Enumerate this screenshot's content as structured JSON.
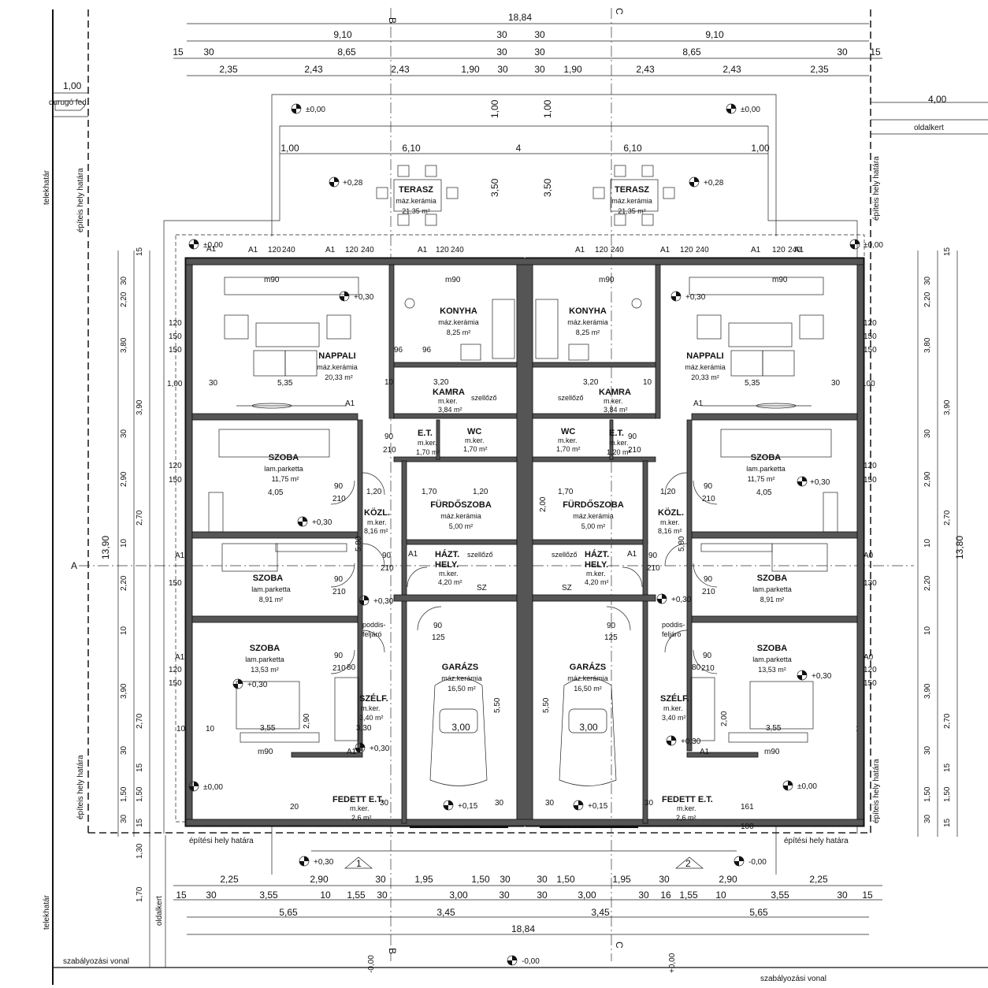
{
  "dims_top": {
    "overall": "18,84",
    "row1": [
      "9,10",
      "30",
      "30",
      "9,10"
    ],
    "row2": [
      "15",
      "30",
      "8,65",
      "30",
      "30",
      "8,65",
      "30",
      "15"
    ],
    "row3": [
      "2,35",
      "2,43",
      "2,43",
      "1,90",
      "30",
      "30",
      "1,90",
      "2,43",
      "2,43",
      "2,35"
    ]
  },
  "dims_bottom": {
    "overall": "18,84",
    "row1": [
      "2,25",
      "2,90",
      "30",
      "1,95",
      "1,50",
      "30",
      "30",
      "1,50",
      "1,95",
      "30",
      "2,90",
      "2,25"
    ],
    "row2": [
      "15",
      "30",
      "3,55",
      "10",
      "1,55",
      "30",
      "3,00",
      "30",
      "30",
      "3,00",
      "30",
      "16",
      "1,55",
      "10",
      "3,55",
      "30",
      "15"
    ],
    "row3": [
      "5,65",
      "3,45",
      "3,45",
      "5,65"
    ]
  },
  "dims_left": {
    "overall": "13,90",
    "chain_a": [
      "30",
      "2,20",
      "3,80",
      "30",
      "2,90",
      "10",
      "2,20",
      "10",
      "3,90",
      "30",
      "1,50",
      "30"
    ],
    "chain_b": [
      "15",
      "3,90",
      "2,70",
      "2,70",
      "15",
      "1,50",
      "15"
    ],
    "room_lines": [
      "120",
      "150",
      "150",
      "1,00",
      "120",
      "150",
      "A1",
      "150",
      "A1",
      "120",
      "150",
      "10"
    ],
    "outer": [
      "1,30",
      "1,70"
    ]
  },
  "dims_right": {
    "overall": "13,80",
    "chain_a": [
      "30",
      "2,20",
      "3,80",
      "30",
      "2,90",
      "10",
      "2,20",
      "10",
      "3,90",
      "30",
      "1,50",
      "30"
    ],
    "chain_b": [
      "15",
      "3,90",
      "2,70",
      "2,70",
      "15",
      "1,50",
      "15"
    ],
    "room_lines": [
      "120",
      "150",
      "150",
      "100",
      "120",
      "150",
      "A0",
      "130",
      "A0",
      "120",
      "150",
      "10"
    ]
  },
  "site": {
    "telekhatar": "telekhatár",
    "epitesi_hely_hatara": "építési hely határa",
    "epiteis_hely_hatara": "építeis hely határa",
    "oldalkert": "oldalkert",
    "szabalyozasi_vonal": "szabályozási vonal",
    "durugo": "durugó fed.",
    "dim_100": "1,00",
    "dim_400": "4,00"
  },
  "axes": {
    "A": "A",
    "B": "B",
    "C": "C"
  },
  "entrances": [
    "1",
    "2"
  ],
  "levels": {
    "zero": "±0,00",
    "p028": "+0,28",
    "p030": "+0,30",
    "p015": "+0,15",
    "m000": "-0,00",
    "p0006": "+0,00"
  },
  "terrace_dims": {
    "side": "1,00",
    "mid": "6,10",
    "center": "4",
    "depth": "3,50",
    "depth2": "1,00"
  },
  "rooms": {
    "terasz": {
      "name": "TERASZ",
      "floor": "máz.kerámia",
      "area": "21,35 m²"
    },
    "nappali": {
      "name": "NAPPALI",
      "floor": "máz.kerámia",
      "area": "20,33 m²",
      "dims": [
        "5,35",
        "30",
        "m90",
        "120",
        "150",
        "150",
        "1,00"
      ]
    },
    "konyha": {
      "name": "KONYHA",
      "floor": "máz.kerámia",
      "area": "8,25 m²"
    },
    "kamra": {
      "name": "KAMRA",
      "floor": "m.ker.",
      "area": "3,84 m²",
      "dim": "3,20",
      "vent": "szellőző"
    },
    "et": {
      "name": "E.T.",
      "floor": "m.ker.",
      "area1": "1,70 m²",
      "area2": "1,20 m²"
    },
    "wc": {
      "name": "WC",
      "floor": "m.ker.",
      "area": "1,70 m²"
    },
    "furdo": {
      "name": "FÜRDŐSZOBA",
      "floor": "máz.kerámia",
      "area": "5,00 m²",
      "dims": [
        "1,70",
        "1,20",
        "2,00"
      ]
    },
    "kozl": {
      "name": "KÖZL.",
      "floor": "m.ker.",
      "area": "8,16 m²",
      "dims": [
        "1,20",
        "5,80"
      ]
    },
    "hazt": {
      "name1": "HÁZT.",
      "name2": "HELY.",
      "floor": "m.ker.",
      "area": "4,20 m²",
      "vent": "szellőző",
      "sz": "SZ"
    },
    "szoba1": {
      "name": "SZOBA",
      "floor": "lam.parketta",
      "area": "11,75 m²",
      "dim": "4,05"
    },
    "szoba2": {
      "name": "SZOBA",
      "floor": "lam.parketta",
      "area": "8,91 m²"
    },
    "szoba3": {
      "name": "SZOBA",
      "floor": "lam.parketta",
      "area": "13,53 m²",
      "dims": [
        "3,55",
        "2,90",
        "3,30",
        "m90"
      ]
    },
    "garazs": {
      "name": "GARÁZS",
      "floor": "máz.kerámia",
      "area": "16,50 m²",
      "dims": [
        "3,00",
        "5,50",
        "125",
        "90"
      ]
    },
    "szelf": {
      "name": "SZÉLF.",
      "floor": "m.ker.",
      "area": "3,40 m²",
      "dim": "2,00"
    },
    "fedett": {
      "name": "FEDETT E.T.",
      "floor": "m.ker.",
      "area": "2,6 m²"
    },
    "poddis": {
      "l1": "poddis-",
      "l2": "feljáró"
    }
  },
  "door_tags": {
    "d90": "90",
    "d210": "210",
    "d120": "120",
    "d240": "240",
    "d15": "15",
    "d30": "30",
    "d10": "10",
    "d20": "20",
    "a1": "A1",
    "m90": "m90",
    "d96": "96",
    "d80": "80",
    "d100": "100",
    "d161": "161"
  }
}
